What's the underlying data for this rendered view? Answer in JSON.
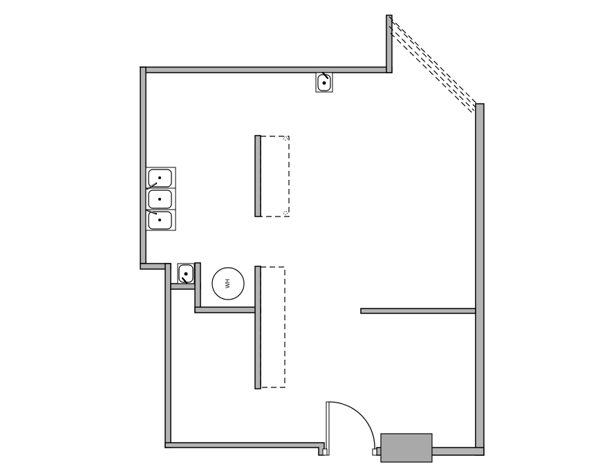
{
  "diagram": {
    "type": "floor-plan",
    "colors": {
      "wall_fill": "#b4b4b4",
      "line": "#000000",
      "background": "#ffffff",
      "equipment_fill": "#a9a9a9"
    },
    "labels": {
      "water_heater": "WH"
    },
    "fixtures": {
      "hand_sink_top": {
        "kind": "hand-sink"
      },
      "three_compartment_sink": {
        "kind": "three-compartment-sink",
        "compartments": 3
      },
      "hand_sink_left": {
        "kind": "hand-sink"
      },
      "water_heater": {
        "kind": "water-heater"
      },
      "counter_upper": {
        "kind": "counter",
        "outlets": 2
      },
      "counter_lower": {
        "kind": "counter"
      },
      "window": {
        "kind": "window"
      },
      "entry_door": {
        "kind": "door"
      },
      "rooftop_unit": {
        "kind": "equipment"
      },
      "partition_wall": {
        "kind": "partition"
      }
    }
  }
}
